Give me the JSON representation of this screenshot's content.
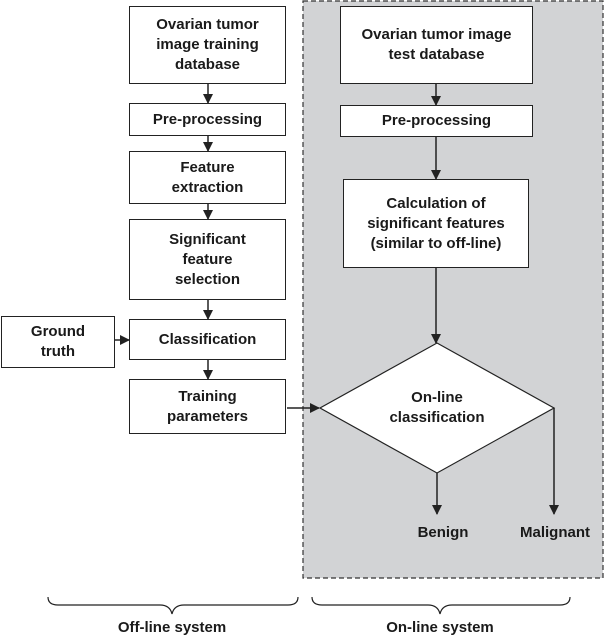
{
  "colors": {
    "online_panel": "#d2d3d5",
    "stroke": "#222222"
  },
  "offline": {
    "training_db": "Ovarian tumor\nimage training\ndatabase",
    "preprocessing": "Pre-processing",
    "feature_extraction": "Feature\nextraction",
    "feature_selection": "Significant\nfeature\nselection",
    "classification": "Classification",
    "training_params": "Training\nparameters",
    "ground_truth": "Ground\ntruth",
    "system_label": "Off-line system"
  },
  "online": {
    "test_db": "Ovarian tumor image\ntest database",
    "preprocessing": "Pre-processing",
    "calc_features": "Calculation of\nsignificant features\n(similar to off-line)",
    "online_classification": "On-line\nclassification",
    "benign": "Benign",
    "malignant": "Malignant",
    "system_label": "On-line system"
  }
}
